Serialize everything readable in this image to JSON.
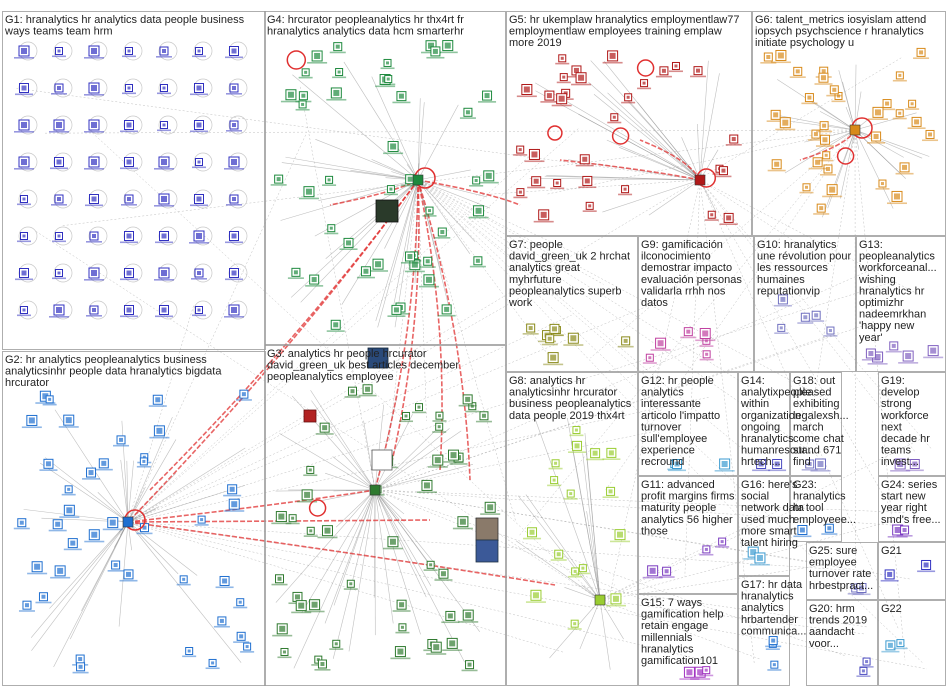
{
  "groups": [
    {
      "id": "G1",
      "lines": [
        "G1: hranalytics hr analytics data people business",
        "ways teams team hrm"
      ]
    },
    {
      "id": "G2",
      "lines": [
        "G2: hr analytics peopleanalytics business",
        "analyticsinhr people data hranalytics bigdata",
        "hrcurator"
      ]
    },
    {
      "id": "G3",
      "lines": [
        "G3: analytics hr people hrcurator",
        "david_green_uk best articles december",
        "peopleanalytics employee"
      ]
    },
    {
      "id": "G4",
      "lines": [
        "G4: hrcurator peopleanalytics hr thx4rt fr",
        "hranalytics analytics data hcm smarterhr"
      ]
    },
    {
      "id": "G5",
      "lines": [
        "G5: hr ukemplaw hranalytics employmentlaw77",
        "employmentlaw employees training emplaw",
        "more 2019"
      ]
    },
    {
      "id": "G6",
      "lines": [
        "G6: talent_metrics iosyislam attend",
        "iopsych psychscience r hranalytics",
        "initiate psychology u"
      ]
    },
    {
      "id": "G7",
      "lines": [
        "G7: people",
        "david_green_uk 2 hrchat",
        "analytics great",
        "myhrfuture",
        "peopleanalytics superb",
        "work"
      ]
    },
    {
      "id": "G8",
      "lines": [
        "G8: analytics hr",
        "analyticsinhr hrcurator",
        "business peopleanalytics",
        "data people 2019 thx4rt"
      ]
    },
    {
      "id": "G9",
      "lines": [
        "G9: gamificación",
        "ilconocimiento",
        "demostrar impacto",
        "evaluación personas",
        "validarla rrhh nos",
        "datos"
      ]
    },
    {
      "id": "G10",
      "lines": [
        "G10: hranalytics",
        "une révolution pour",
        "les ressources",
        "humaines",
        "reputationvip"
      ]
    },
    {
      "id": "G11",
      "lines": [
        "G11: advanced",
        "profit margins firms",
        "maturity people",
        "analytics 56 higher",
        "those"
      ]
    },
    {
      "id": "G12",
      "lines": [
        "G12: hr people",
        "analytics",
        "interessante",
        "articolo l'impatto",
        "turnover",
        "sull'employee",
        "experience",
        "recround"
      ]
    },
    {
      "id": "G13",
      "lines": [
        "G13:",
        "peopleanalytics",
        "workforceanal...",
        "wishing",
        "hranalytics hr",
        "optimizhr",
        "nadeemrkhan",
        "'happy new",
        "year'"
      ]
    },
    {
      "id": "G14",
      "lines": [
        "G14:",
        "analytixpeople",
        "within",
        "organization",
        "ongoing",
        "hranalytics",
        "humanresour...",
        "hrtech..."
      ]
    },
    {
      "id": "G15",
      "lines": [
        "G15: 7 ways",
        "gamification help",
        "retain engage",
        "millennials",
        "hranalytics",
        "gamification101"
      ]
    },
    {
      "id": "G16",
      "lines": [
        "G16: here's",
        "social",
        "network data",
        "used much",
        "more smart",
        "talent hiring"
      ]
    },
    {
      "id": "G17",
      "lines": [
        "G17: hr data",
        "hranalytics",
        "analytics",
        "hrbartender",
        "communica..."
      ]
    },
    {
      "id": "G18",
      "lines": [
        "G18: out",
        "pleased",
        "exhibiting",
        "legalexsh...",
        "march",
        "come chat",
        "stand 671",
        "find"
      ]
    },
    {
      "id": "G19",
      "lines": [
        "G19:",
        "develop",
        "strong",
        "workforce",
        "next",
        "decade hr",
        "teams",
        "invest..."
      ]
    },
    {
      "id": "G20",
      "lines": [
        "G20: hrm",
        "trends 2019",
        "aandacht",
        "voor..."
      ]
    },
    {
      "id": "G21",
      "lines": [
        "G21"
      ]
    },
    {
      "id": "G22",
      "lines": [
        "G22"
      ]
    },
    {
      "id": "G23",
      "lines": [
        "G23:",
        "hranalytics",
        "hr tool",
        "employeee..."
      ]
    },
    {
      "id": "G24",
      "lines": [
        "G24: series",
        "start new",
        "year right",
        "smd's free..."
      ]
    },
    {
      "id": "G25",
      "lines": [
        "G25: sure",
        "employee",
        "turnover rate",
        "hrbestpract..."
      ]
    }
  ],
  "colors": {
    "background": "#ffffff",
    "box_border": "#9a9a9a",
    "edge": "#8a8a8a",
    "strong_edge": "#e03030",
    "self_loop": "#e03030",
    "g1": "#3030c0",
    "g2": "#1f6fd0",
    "g3": "#2f7a2f",
    "g4": "#1e8a3e",
    "g5": "#b01818",
    "g6": "#d88a1a",
    "g7": "#8a8a1a",
    "g8": "#9acd32",
    "g9": "#c040a0",
    "g10": "#7070c0",
    "g11": "#7a3ac0",
    "g12": "#3a9ad0",
    "g13": "#8060c0",
    "g14": "#4a4ac0",
    "g15": "#a030c0"
  }
}
